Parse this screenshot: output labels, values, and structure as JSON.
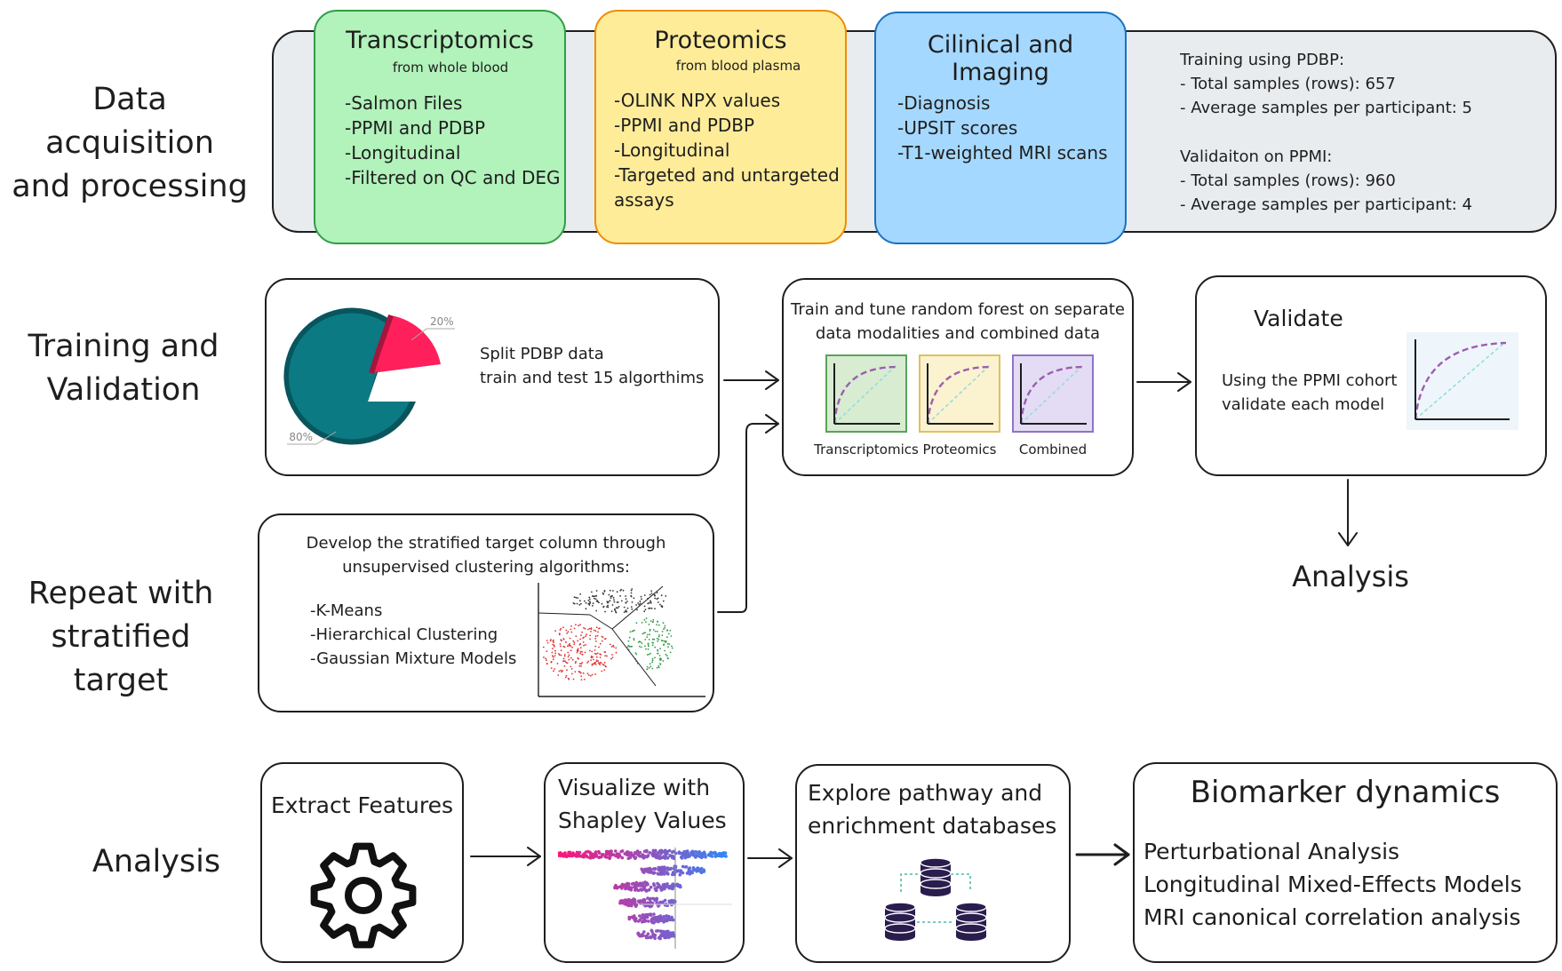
{
  "stages": {
    "acquisition": "Data acquisition\nand processing",
    "training": "Training and\nValidation",
    "repeat": "Repeat with\nstratified target",
    "analysis": "Analysis"
  },
  "acquisition": {
    "transcriptomics": {
      "title": "Transcriptomics",
      "subtitle": "from whole blood",
      "items": "-Salmon Files\n-PPMI and PDBP\n-Longitudinal\n-Filtered on QC and DEG",
      "color": "#b2f2bb"
    },
    "proteomics": {
      "title": "Proteomics",
      "subtitle": "from blood plasma",
      "items": "-OLINK NPX values\n-PPMI and PDBP\n-Longitudinal\n-Targeted and untargeted\n  assays",
      "color": "#ffec99"
    },
    "clinical": {
      "title": "Cilinical and Imaging",
      "items": "-Diagnosis\n-UPSIT scores\n-T1-weighted MRI scans",
      "color": "#a5d8ff"
    },
    "summary": {
      "training": "Training using PDBP:\n  - Total samples (rows): 657\n  - Average samples per participant: 5",
      "validation": "Validaiton on PPMI:\n  - Total samples (rows): 960\n  - Average samples per participant: 4"
    }
  },
  "training": {
    "split_text": "Split PDBP data\ntrain and test 15 algorthims",
    "train_title": "Train and tune random forest on separate\ndata modalities and combined data",
    "modalities": [
      "Transcriptomics",
      "Proteomics",
      "Combined"
    ],
    "validate_title": "Validate",
    "validate_text": "Using the PPMI cohort\nvalidate each model",
    "analysis_label": "Analysis"
  },
  "repeat": {
    "title": "Develop the stratified target column through\nunsupervised clustering algorithms:",
    "methods": "-K-Means\n-Hierarchical Clustering\n-Gaussian Mixture Models"
  },
  "analysis": {
    "extract": "Extract Features",
    "shapley": "Visualize with\nShapley Values",
    "pathway": "Explore pathway and\nenrichment databases",
    "biomarker_title": "Biomarker dynamics",
    "biomarker_items": "Perturbational Analysis\nLongitudinal Mixed-Effects Models\nMRI canonical correlation analysis"
  },
  "pie_chart": {
    "slices": [
      {
        "label": "80%",
        "value": 80,
        "color": "#0b7a83"
      },
      {
        "label": "20%",
        "value": 20,
        "color": "#ff1f5b"
      }
    ]
  },
  "colors": {
    "grey_panel": "#e9ecef",
    "stroke": "#1e1e1e",
    "curve_purple": "#9c5fae",
    "diag_teal": "#96dcdc"
  }
}
